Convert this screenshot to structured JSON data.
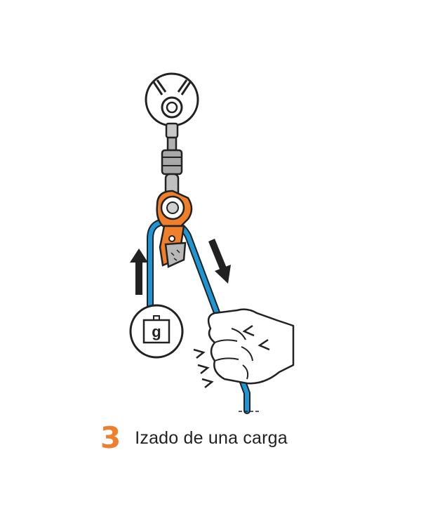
{
  "caption": {
    "step_number": "3",
    "step_label": "Izado de una carga"
  },
  "load_icon": {
    "letter": "g"
  },
  "colors": {
    "accent_orange": "#ef7f2b",
    "rope_blue": "#1e96d6",
    "outline": "#222222",
    "metal_grey": "#9b9b9b"
  },
  "icons": [
    "anchor-icon",
    "carabiner-icon",
    "pulley-device-icon",
    "rope-icon",
    "arrow-up-icon",
    "arrow-down-icon",
    "load-weight-icon",
    "hand-icon"
  ]
}
